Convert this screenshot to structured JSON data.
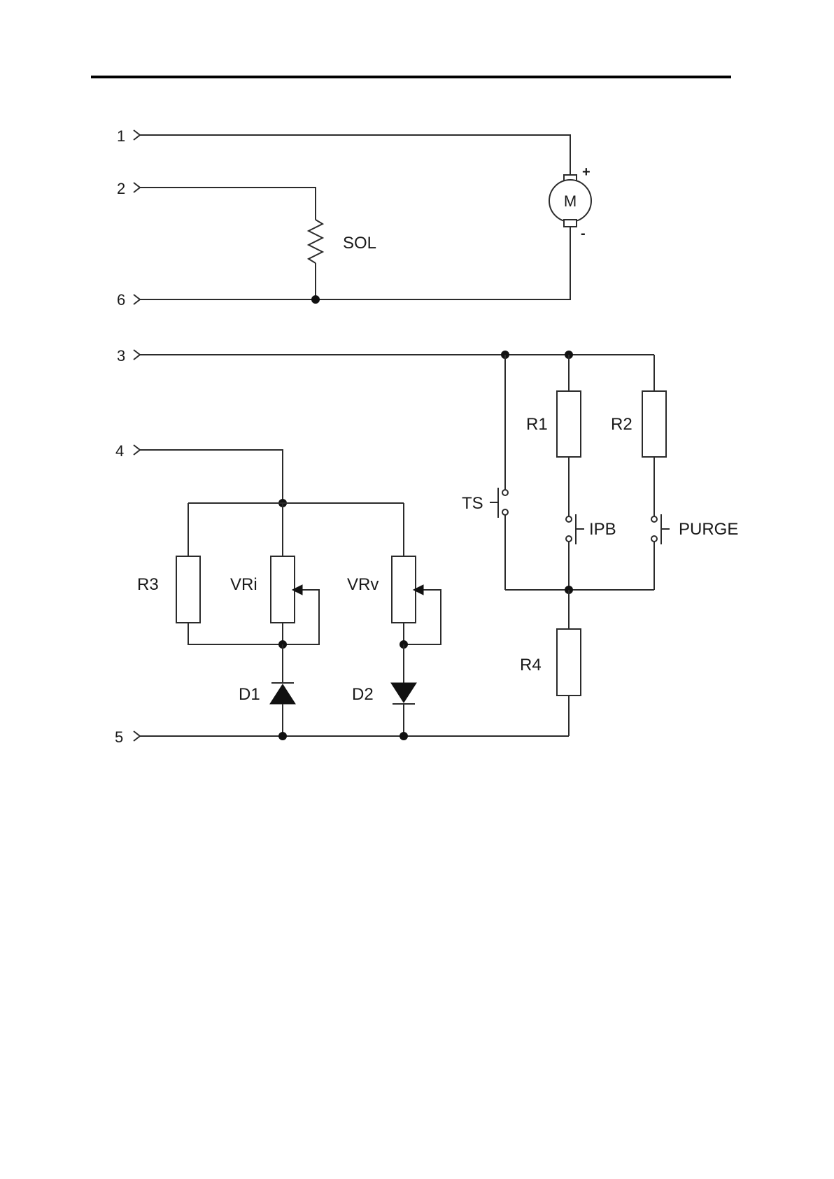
{
  "terminals": {
    "t1": "1",
    "t2": "2",
    "t3": "3",
    "t4": "4",
    "t5": "5",
    "t6": "6"
  },
  "components": {
    "motor": "M",
    "motor_plus": "+",
    "motor_minus": "-",
    "solenoid": "SOL",
    "r1": "R1",
    "r2": "R2",
    "r3": "R3",
    "r4": "R4",
    "vri": "VRi",
    "vrv": "VRv",
    "d1": "D1",
    "d2": "D2",
    "ts": "TS",
    "ipb": "IPB",
    "purge": "PURGE"
  },
  "colors": {
    "line": "#2b2b2b",
    "background": "#ffffff"
  }
}
